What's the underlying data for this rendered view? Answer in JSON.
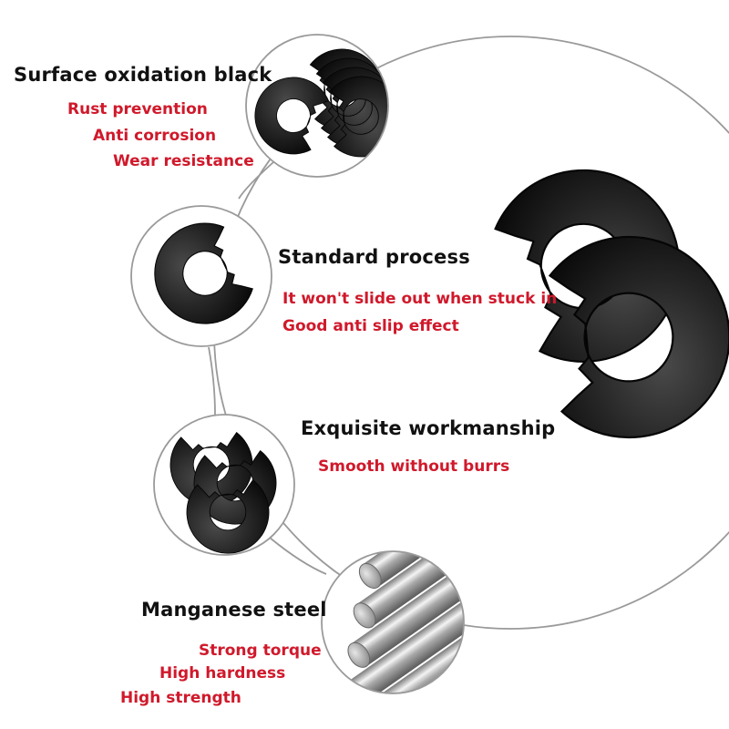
{
  "colors": {
    "heading": "#111111",
    "benefit": "#d0192b",
    "line": "#9a9a9a"
  },
  "features": [
    {
      "title": "Surface oxidation black",
      "benefits": [
        "Rust prevention",
        "Anti corrosion",
        "Wear resistance"
      ],
      "image": "stacked-e-clips-photo"
    },
    {
      "title": "Standard process",
      "benefits": [
        "It won't slide out when stuck in",
        "Good anti slip effect"
      ],
      "image": "single-e-clip-photo"
    },
    {
      "title": "Exquisite workmanship",
      "benefits": [
        "Smooth without burrs"
      ],
      "image": "three-e-clips-photo"
    },
    {
      "title": "Manganese steel",
      "benefits": [
        "Strong torque",
        "High hardness",
        "High strength"
      ],
      "image": "steel-rods-photo"
    }
  ],
  "hero_image": "large-e-clips-photo"
}
